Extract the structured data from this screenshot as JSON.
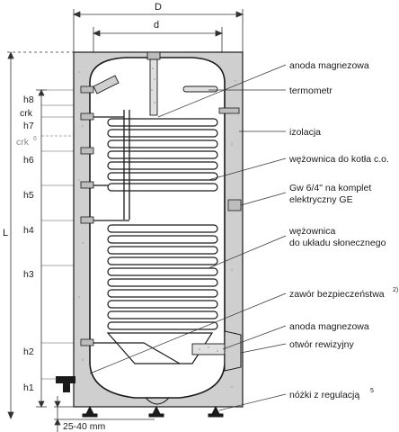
{
  "dimensions": {
    "outer_diameter": "D",
    "inner_diameter": "d",
    "height": "L",
    "leg_height": "25-40 mm"
  },
  "height_marks": {
    "h8": "h8",
    "crk_top": "crk",
    "h7": "h7",
    "crk6_label": "crk",
    "crk6_sup": "6",
    "h6": "h6",
    "h5": "h5",
    "h4": "h4",
    "h3": "h3",
    "h2": "h2",
    "h1": "h1"
  },
  "callouts": {
    "anode_top": "anoda magnezowa",
    "thermometer": "termometr",
    "insulation": "izolacja",
    "boiler_coil": "wężownica do kotła c.o.",
    "heater_line1": "Gw 6/4\" na komplet",
    "heater_line2": "elektryczny GE",
    "solar_coil_line1": "wężownica",
    "solar_coil_line2": "do układu słonecznego",
    "safety_valve": "zawór bezpieczeństwa",
    "safety_valve_sup": "2)",
    "anode_bottom": "anoda magnezowa",
    "inspection": "otwór rewizyjny",
    "feet": "nóżki z regulacją",
    "feet_sup": "5"
  },
  "colors": {
    "line": "#1a1a1a",
    "insulation": "#cfcfcf",
    "tank": "#ffffff",
    "dim": "#333333"
  }
}
